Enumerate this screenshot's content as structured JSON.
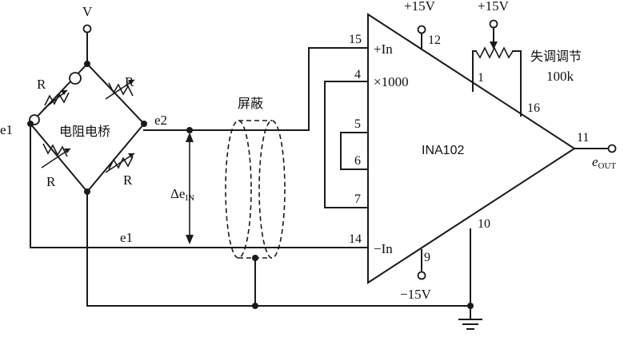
{
  "bridge": {
    "supply_label": "V",
    "resistor_label": "R",
    "title": "电阻电桥",
    "node_left": "e1",
    "node_right": "e2",
    "ground_line_label": "e1"
  },
  "input": {
    "delta_label": "Δe",
    "delta_sub": "IN",
    "shield_label": "屏蔽"
  },
  "amp": {
    "name": "INA102",
    "pins": {
      "p15": "15",
      "p4": "4",
      "p5": "5",
      "p6": "6",
      "p7": "7",
      "p14": "14",
      "p12": "12",
      "p1": "1",
      "p16": "16",
      "p11": "11",
      "p10": "10",
      "p9": "9"
    },
    "plus_in": "+In",
    "minus_in": "−In",
    "gain": "×1000",
    "vpos_12": "+15V",
    "vpos_pot": "+15V",
    "vneg": "−15V",
    "trim_label": "失调调节",
    "trim_value": "100k",
    "out_label": "e",
    "out_sub": "OUT"
  }
}
